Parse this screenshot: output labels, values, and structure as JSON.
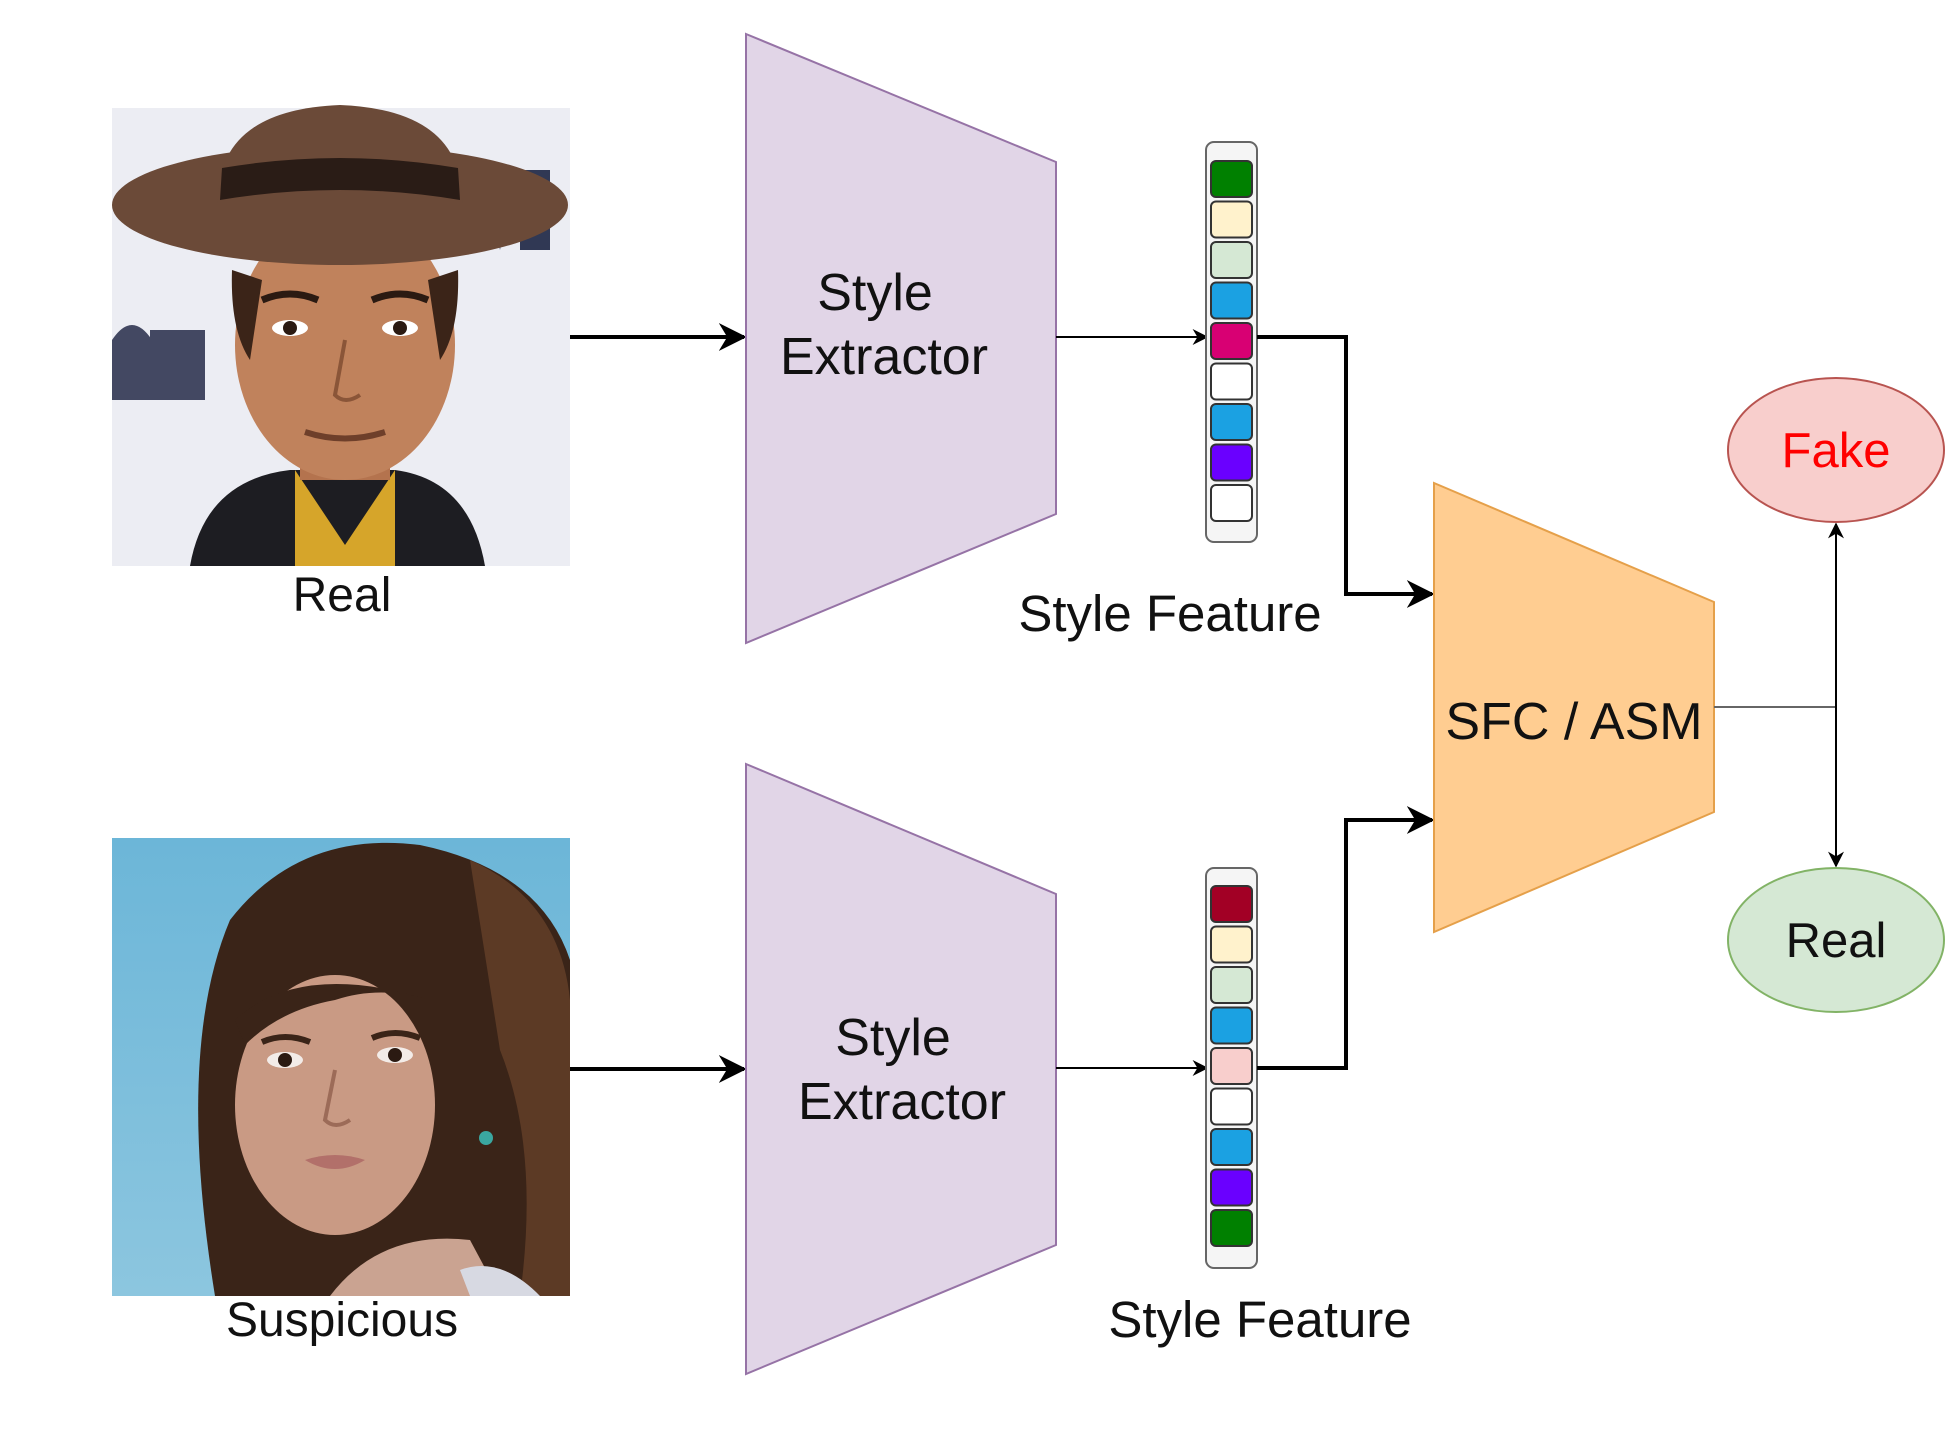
{
  "inputs": {
    "real": {
      "label": "Real",
      "subject": "photo of a man's face wearing a brown fedora hat against a light press backdrop"
    },
    "suspicious": {
      "label": "Suspicious",
      "subject": "photo of a face with long wavy dark hair against a light blue background"
    }
  },
  "extractors": {
    "top": {
      "line1": "Style",
      "line2": "Extractor"
    },
    "bottom": {
      "line1": "Style",
      "line2": "Extractor"
    }
  },
  "features": {
    "top": {
      "label": "Style Feature",
      "cells": [
        "#008000",
        "#fff2cc",
        "#d5e8d4",
        "#1ba1e2",
        "#d80073",
        "#ffffff",
        "#1ba1e2",
        "#6a00ff",
        "#ffffff"
      ]
    },
    "bottom": {
      "label": "Style Feature",
      "cells": [
        "#a20025",
        "#fff2cc",
        "#d5e8d4",
        "#1ba1e2",
        "#f8cecc",
        "#ffffff",
        "#1ba1e2",
        "#6a00ff",
        "#008000"
      ]
    }
  },
  "classifier": {
    "label": "SFC / ASM"
  },
  "outputs": {
    "fake": {
      "label": "Fake",
      "text_color": "#ff0000",
      "fill": "#f8cecc",
      "stroke": "#b85450"
    },
    "real": {
      "label": "Real",
      "text_color": "#111111",
      "fill": "#d5e8d4",
      "stroke": "#82b366"
    }
  },
  "colors": {
    "extractor_fill": "#e1d5e7",
    "extractor_stroke": "#9673a6",
    "classifier_fill": "#ffcd91",
    "classifier_stroke": "#e5a04a",
    "feature_frame": "#f5f5f5"
  }
}
